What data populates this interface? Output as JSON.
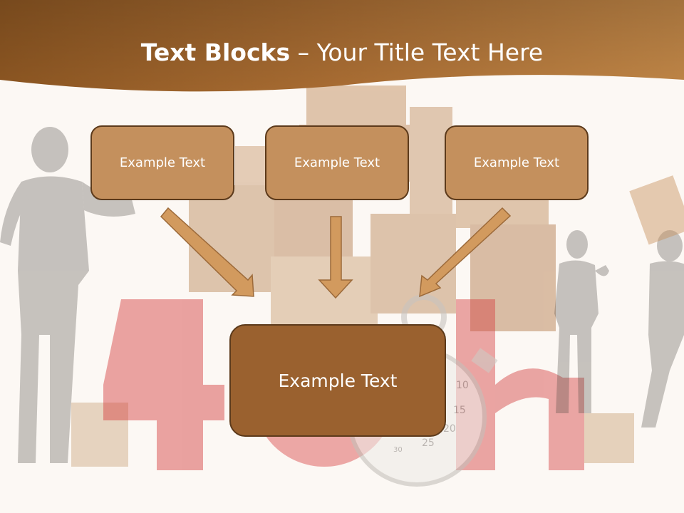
{
  "slide": {
    "title_bold": "Text Blocks",
    "title_dash": " – ",
    "title_rest": "Your Title Text Here",
    "top_boxes": [
      {
        "label": "Example Text"
      },
      {
        "label": "Example Text"
      },
      {
        "label": "Example Text"
      }
    ],
    "center_box": {
      "label": "Example Text"
    }
  },
  "background": {
    "stopwatch_numbers": [
      "10",
      "15",
      "20",
      "25",
      "30"
    ]
  },
  "colors": {
    "header_brown": "#a86c32",
    "box_light": "#c4905d",
    "box_dark": "#9a612f",
    "border": "#5c3a1b",
    "arrow": "#d29a5e"
  }
}
